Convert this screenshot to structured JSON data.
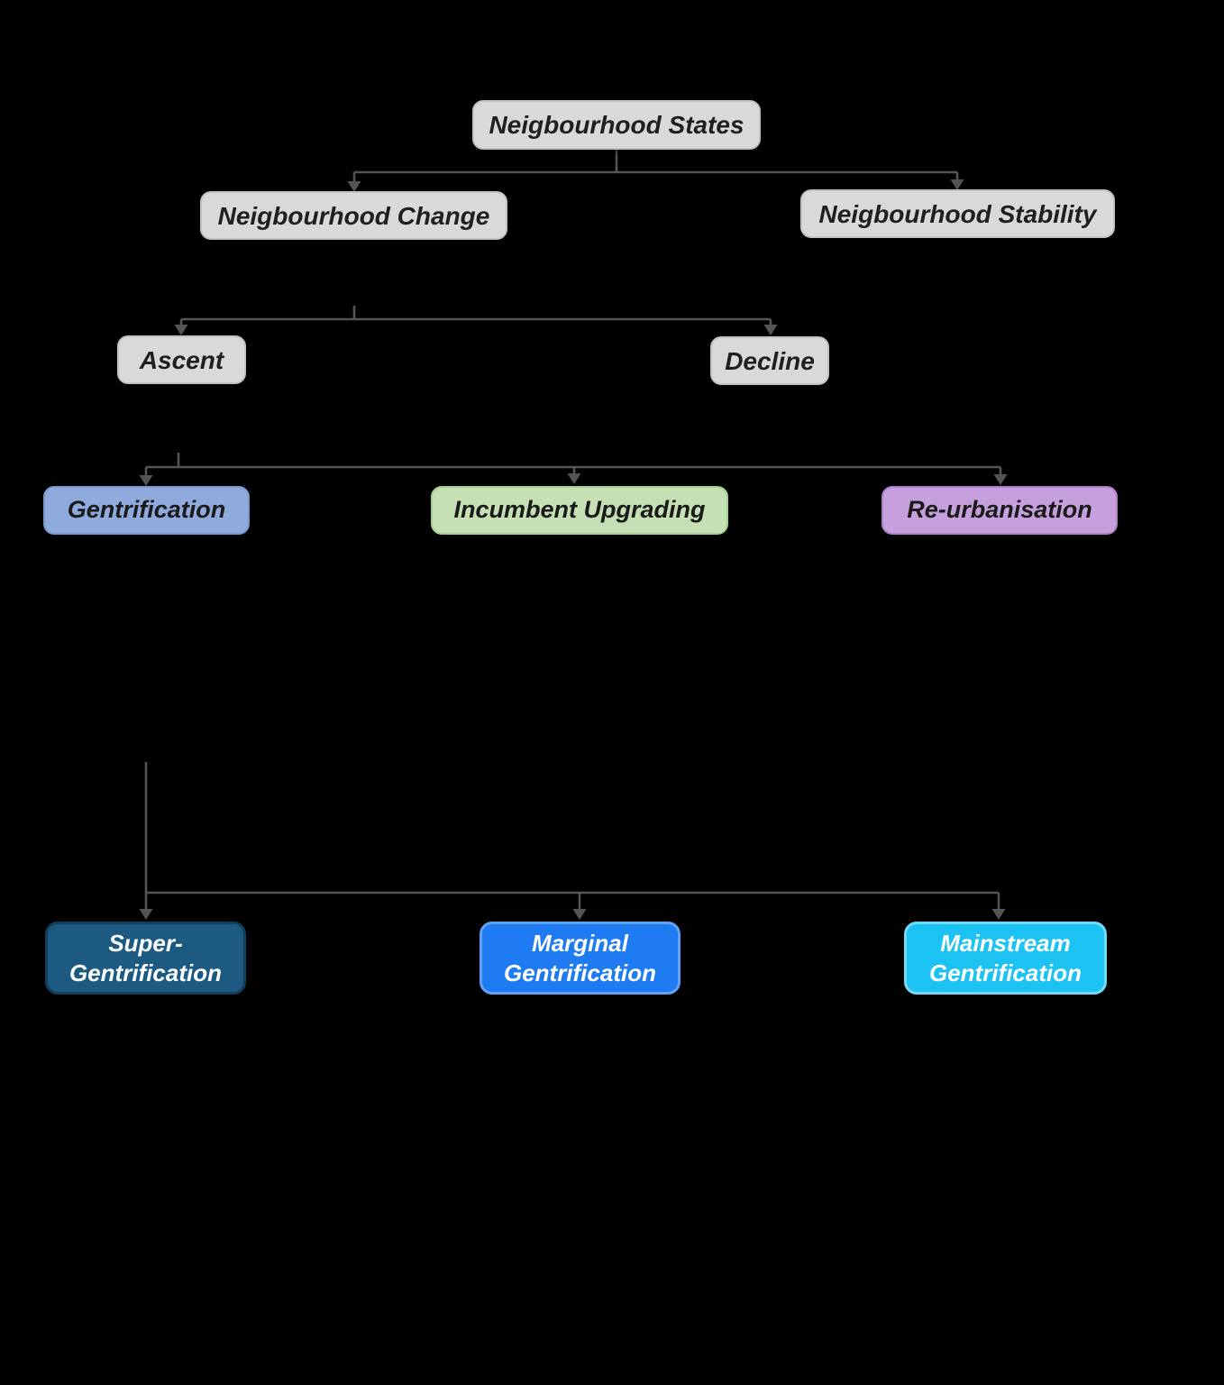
{
  "diagram": {
    "colors": {
      "background": "#000000",
      "connector": "#545454",
      "gray_box": "#d9d9d9",
      "gentrification_blue": "#8faadc",
      "incumbent_green": "#c5e0b4",
      "reurbanisation_purple": "#c5a0dd",
      "super_dark_blue": "#1d5a82",
      "marginal_bright_blue": "#1e7bf2",
      "mainstream_cyan": "#1cc3f2",
      "text_dark": "#1f1f1f",
      "text_light": "#ffffff"
    },
    "nodes": {
      "states": {
        "label": "Neigbourhood States"
      },
      "change": {
        "label": "Neigbourhood Change"
      },
      "stability": {
        "label": "Neigbourhood Stability"
      },
      "ascent": {
        "label": "Ascent"
      },
      "decline": {
        "label": "Decline"
      },
      "gentrification": {
        "label": "Gentrification"
      },
      "incumbent_upgrading": {
        "label": "Incumbent Upgrading"
      },
      "re_urbanisation": {
        "label": "Re-urbanisation"
      },
      "super_gentrification": {
        "label_line1": "Super-",
        "label_line2": "Gentrification"
      },
      "marginal_gentrification": {
        "label_line1": "Marginal",
        "label_line2": "Gentrification"
      },
      "mainstream_gentrification": {
        "label_line1": "Mainstream",
        "label_line2": "Gentrification"
      }
    },
    "edges": [
      {
        "from": "states",
        "to": "change"
      },
      {
        "from": "states",
        "to": "stability"
      },
      {
        "from": "change",
        "to": "ascent"
      },
      {
        "from": "change",
        "to": "decline"
      },
      {
        "from": "ascent",
        "to": "gentrification"
      },
      {
        "from": "ascent",
        "to": "incumbent_upgrading"
      },
      {
        "from": "ascent",
        "to": "re_urbanisation"
      },
      {
        "from": "gentrification",
        "to": "super_gentrification"
      },
      {
        "from": "gentrification",
        "to": "marginal_gentrification"
      },
      {
        "from": "gentrification",
        "to": "mainstream_gentrification"
      }
    ]
  }
}
